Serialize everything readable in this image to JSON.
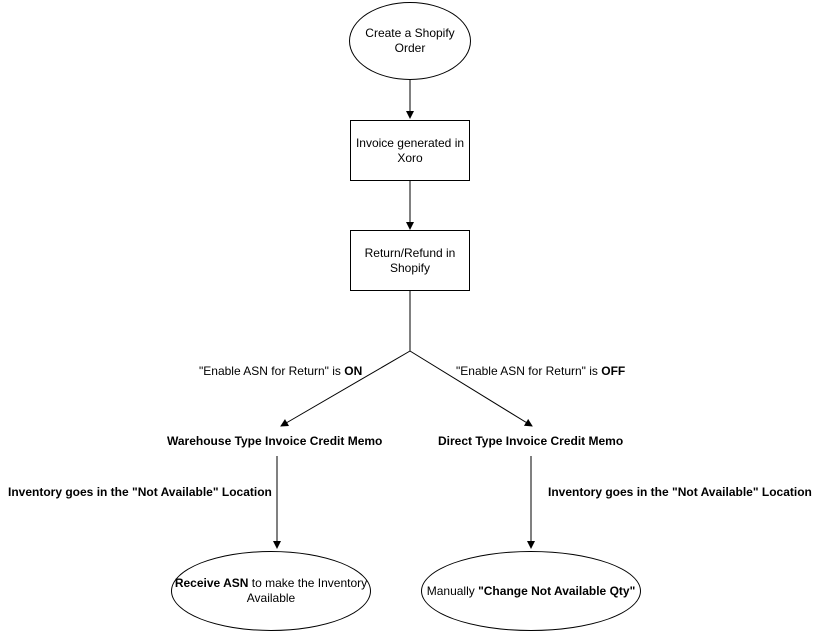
{
  "nodes": {
    "start": {
      "text": "Create a Shopify Order"
    },
    "invoice": {
      "text": "Invoice generated in Xoro"
    },
    "return": {
      "text": "Return/Refund in Shopify"
    },
    "receive": {
      "bold": "Receive ASN",
      "rest": " to make the Inventory Available"
    },
    "manual": {
      "pre": "Manually ",
      "bold": "\"Change Not Available Qty\""
    }
  },
  "labels": {
    "asn_on_pre": "\"Enable ASN for Return\" is ",
    "asn_on_bold": "ON",
    "asn_off_pre": "\"Enable ASN for Return\" is ",
    "asn_off_bold": "OFF",
    "warehouse": "Warehouse Type Invoice Credit Memo",
    "direct": "Direct Type Invoice Credit Memo",
    "inv_left": "Inventory goes in the \"Not Available\" Location",
    "inv_right": "Inventory goes in the \"Not Available\" Location"
  },
  "colors": {
    "stroke": "#000000",
    "fill": "#ffffff"
  }
}
